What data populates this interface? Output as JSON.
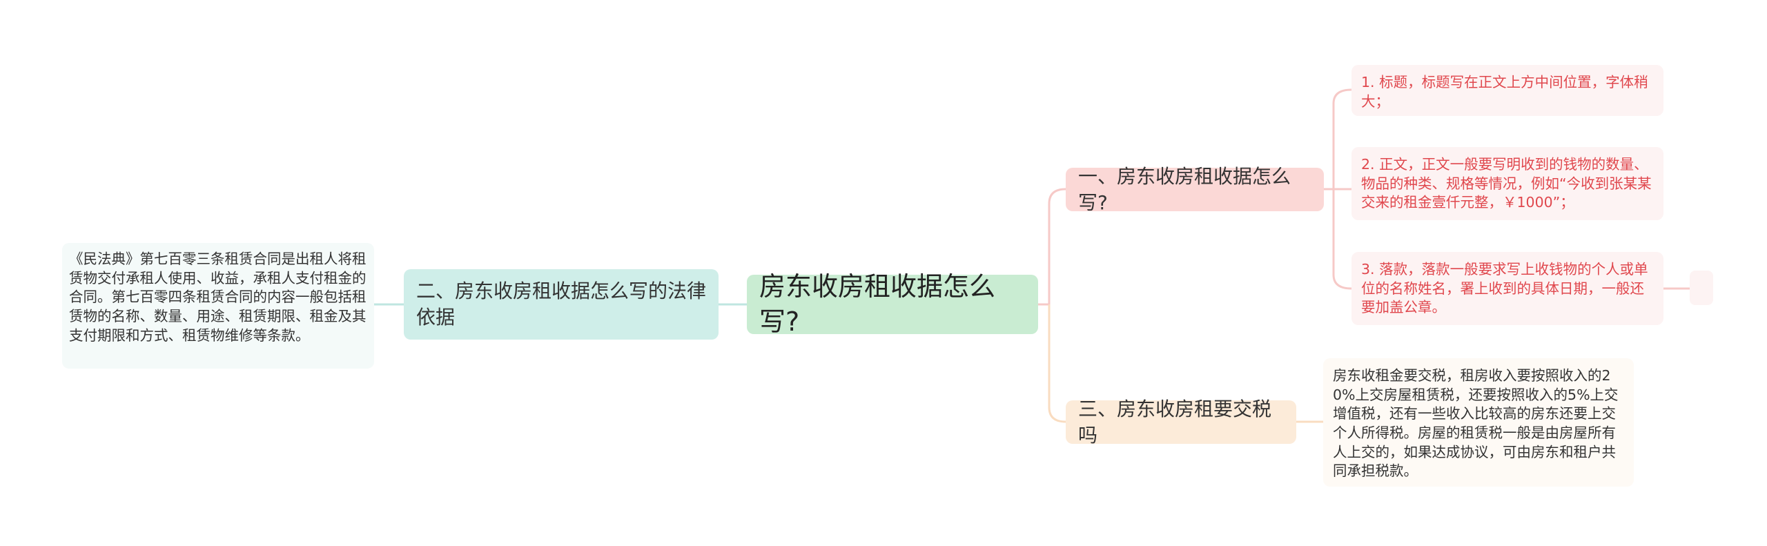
{
  "root": {
    "label": "房东收房租收据怎么写?"
  },
  "branches": [
    {
      "label": "一、房东收房租收据怎么写?",
      "children": [
        "1. 标题，标题写在正文上方中间位置，字体稍大；",
        "2. 正文，正文一般要写明收到的钱物的数量、物品的种类、规格等情况，例如“今收到张某某交来的租金壹仟元整，￥1000”；",
        "3. 落款，落款一般要求写上收钱物的个人或单位的名称姓名，署上收到的具体日期，一般还要加盖公章。"
      ]
    },
    {
      "label": "二、房东收房租收据怎么写的法律依据",
      "children": [
        "《民法典》第七百零三条租赁合同是出租人将租赁物交付承租人使用、收益，承租人支付租金的合同。第七百零四条租赁合同的内容一般包括租赁物的名称、数量、用途、租赁期限、租金及其支付期限和方式、租赁物维修等条款。"
      ]
    },
    {
      "label": "三、房东收房租要交税吗",
      "children": [
        "房东收租金要交税，租房收入要按照收入的20%上交房屋租赁税，还要按照收入的5%上交增值税，还有一些收入比较高的房东还要上交个人所得税。房屋的租赁税一般是由房屋所有人上交的，如果达成协议，可由房东和租户共同承担税款。"
      ]
    }
  ],
  "colors": {
    "root_bg": "#c9ecd2",
    "branch1_bg": "#fbd8d6",
    "branch2_bg": "#cfeee9",
    "branch3_bg": "#fcebd9",
    "accent_text": "#e0474d",
    "line_pink": "#f6c9c7",
    "line_green": "#bfe6e0",
    "line_peach": "#f9dcc0"
  }
}
